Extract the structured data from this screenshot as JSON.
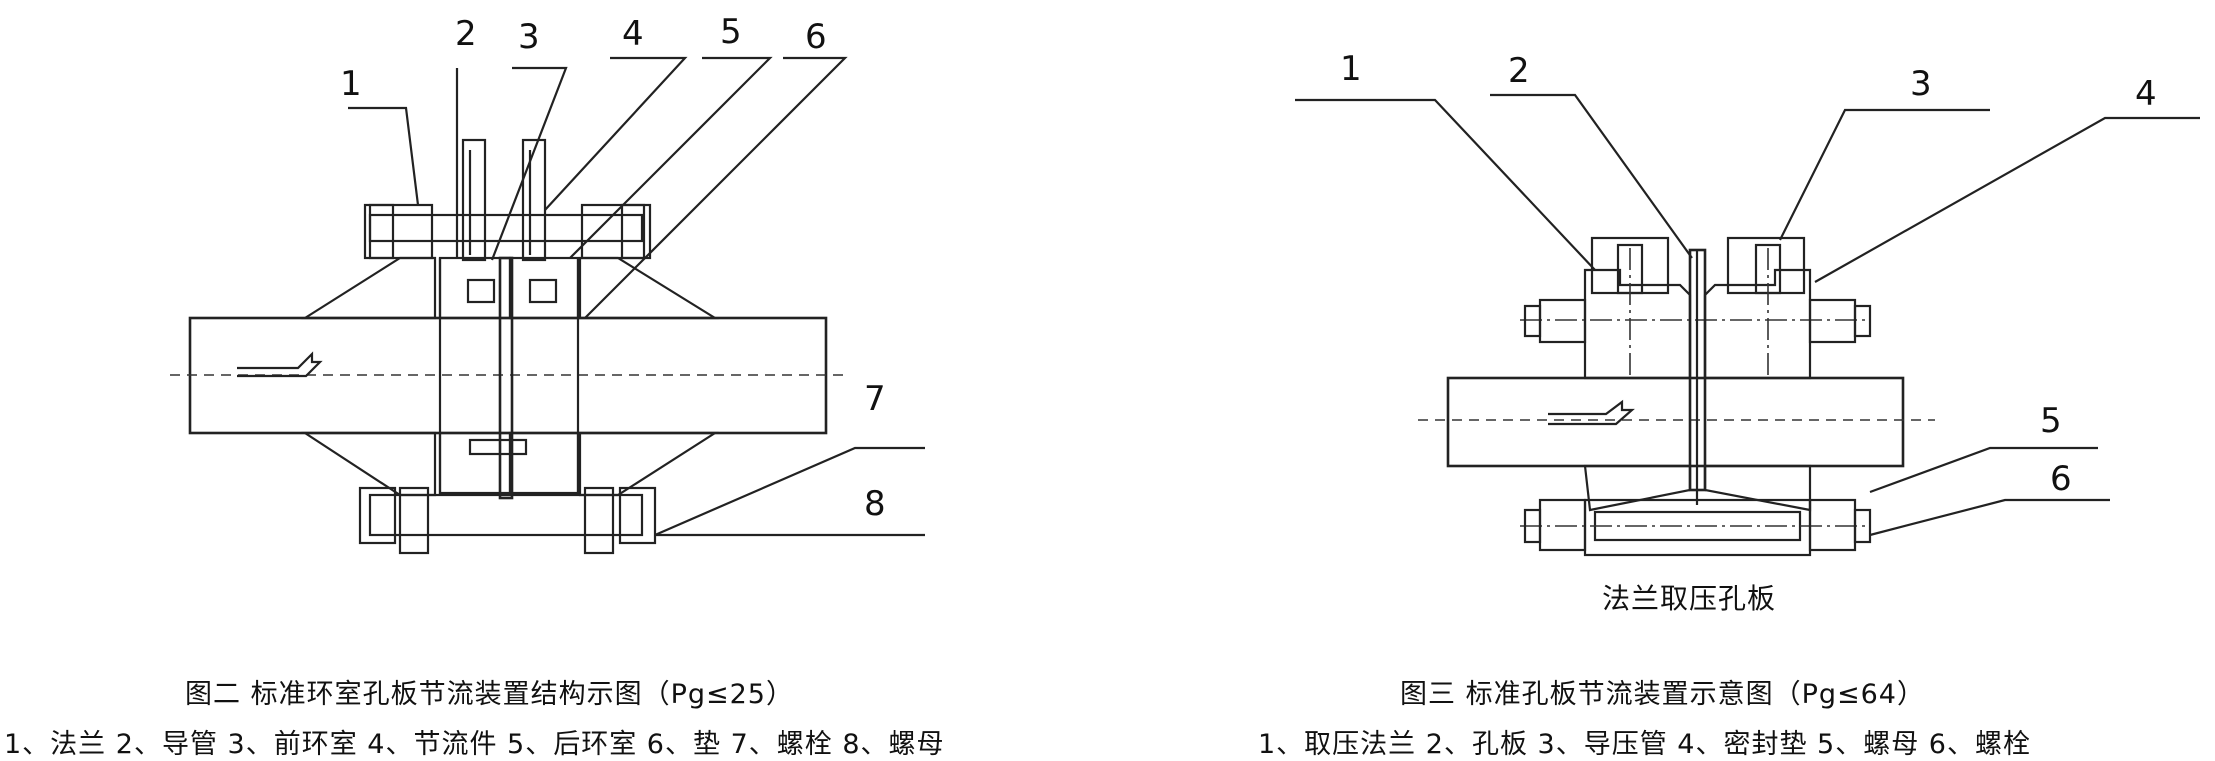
{
  "fig2": {
    "callouts": [
      "1",
      "2",
      "3",
      "4",
      "5",
      "6",
      "7",
      "8"
    ],
    "caption": "图二 标准环室孔板节流装置结构示图（Pg≤25）",
    "legend": "1、法兰 2、导管 3、前环室 4、节流件 5、后环室 6、垫 7、螺栓 8、螺母"
  },
  "fig3": {
    "callouts": [
      "1",
      "2",
      "3",
      "4",
      "5",
      "6"
    ],
    "sublabel": "法兰取压孔板",
    "caption": "图三 标准孔板节流装置示意图（Pg≤64）",
    "legend": "1、取压法兰 2、孔板 3、导压管 4、密封垫 5、螺母 6、螺栓"
  }
}
